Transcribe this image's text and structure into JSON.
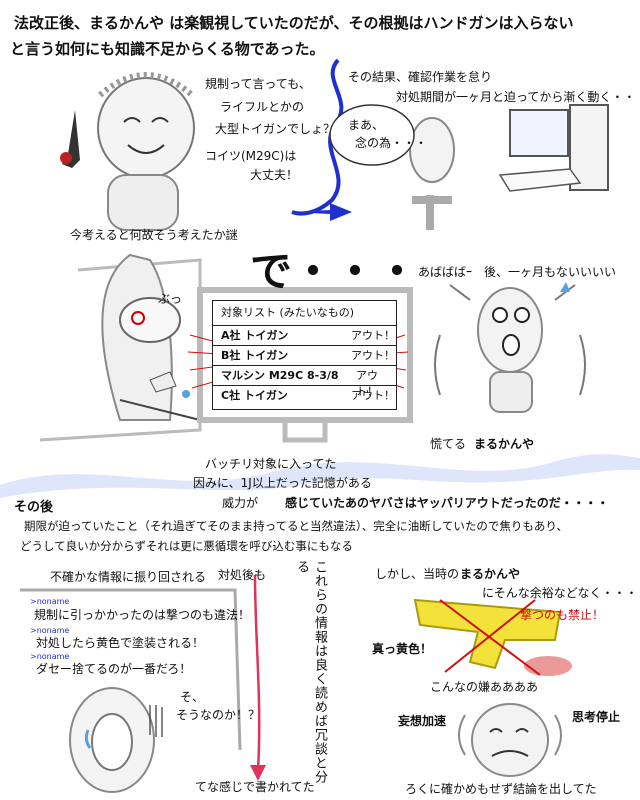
{
  "header": {
    "line1": "法改正後、まるかんや は楽観視していたのだが、その根拠はハンドガンは入らない",
    "line2": "と言う如何にも知識不足からくる物であった。"
  },
  "panel1": {
    "speech": [
      "規制って言っても、",
      "ライフルとかの",
      "大型トイガンでしょ？",
      "コイツ(M29C)は",
      "大丈夫！"
    ],
    "narration_top": [
      "その結果、確認作業を怠り",
      "対処期間が一ヶ月と迫ってから漸く動く・・・・"
    ],
    "bubble": [
      "まあ、",
      "念の為・・・"
    ],
    "caption": "今考えると何故そう考えたか謎"
  },
  "panel2": {
    "de": "で・・・",
    "buh": "ぶっ",
    "list_title": "対象リスト (みたいなもの)",
    "rows": [
      {
        "name": "A社 トイガン",
        "result": "アウト！"
      },
      {
        "name": "B社 トイガン",
        "result": "アウト！"
      },
      {
        "name": "マルシン M29C 8-3/8",
        "result": "アウト！"
      },
      {
        "name": "C社 トイガン",
        "result": "アウト！"
      }
    ],
    "panic": "あばばばｰ　後、一ヶ月もないいいい",
    "panic_caption_a": "慌てる",
    "panic_caption_b": "まるかんや",
    "note1": "バッチリ対象に入ってた",
    "note2": "因みに、1J以上だった記憶がある",
    "note3": "威力が"
  },
  "middle": {
    "sono_go": "その後",
    "headline": "感じていたあのヤバさはヤッパリアウトだったのだ・・・・",
    "body1": "期限が迫っていたこと（それ過ぎてそのまま持ってると当然違法）、完全に油断していたので焦りもあり、",
    "body2": "どうして良いか分からずそれは更に悪循環を呼び込む事にもなる"
  },
  "panel3": {
    "top": "不確かな情報に振り回される",
    "top2": "対処後も",
    "posts": [
      {
        "user": ">noname",
        "text": "規制に引っかかったのは撃つのも違法！"
      },
      {
        "user": ">noname",
        "text": "対処したら黄色で塗装される！"
      },
      {
        "user": ">noname",
        "text": "ダセー捨てるのが一番だろ！"
      }
    ],
    "reply": [
      "そ、",
      "そうなのか！？"
    ],
    "vertical": "これらの情報は良く読めば冗談と分る",
    "caption": "てな感じで書かれてた"
  },
  "panel4": {
    "line1a": "しかし、当時の",
    "line1b": "まるかんや",
    "line2": "にそんな余裕などなく・・・・",
    "forbid": "撃つのも禁止！",
    "yellow": "真っ黄色！",
    "iya": "こんなの嫌ああああ",
    "mousou": "妄想加速",
    "shikou": "思考停止",
    "bottom": "ろくに確かめもせず結論を出してた"
  },
  "colors": {
    "accent_blue": "#2030d0",
    "warn_red": "#d01010",
    "toy_yellow": "#f2e23a",
    "wave_blue": "#dfe6fb"
  }
}
